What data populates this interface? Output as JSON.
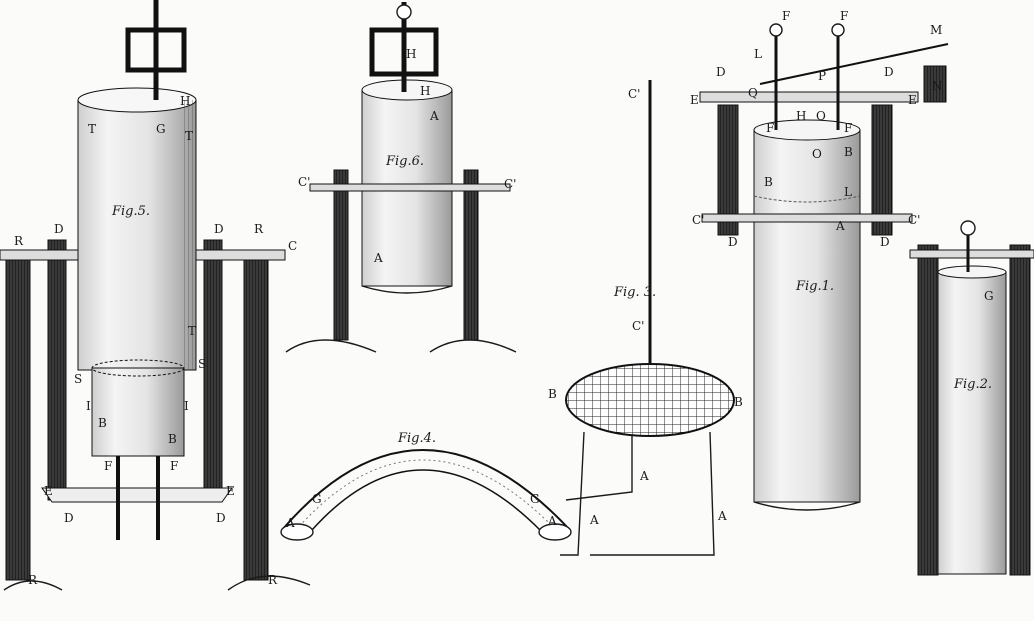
{
  "figures": {
    "fig1": {
      "caption": "Fig.1."
    },
    "fig2": {
      "caption": "Fig.2."
    },
    "fig3": {
      "caption": "Fig. 3."
    },
    "fig4": {
      "caption": "Fig.4."
    },
    "fig5": {
      "caption": "Fig.5."
    },
    "fig6": {
      "caption": "Fig.6."
    }
  },
  "labels": {
    "A": "A",
    "B": "B",
    "C": "C",
    "C_prime": "C'",
    "D": "D",
    "E": "E",
    "F": "F",
    "G": "G",
    "H": "H",
    "I": "I",
    "L": "L",
    "M": "M",
    "N": "N",
    "O": "O",
    "P": "P",
    "Q": "Q",
    "R": "R",
    "S": "S",
    "T": "T"
  },
  "colors": {
    "ink": "#1b1b1b",
    "paper": "#fbfbf9"
  }
}
